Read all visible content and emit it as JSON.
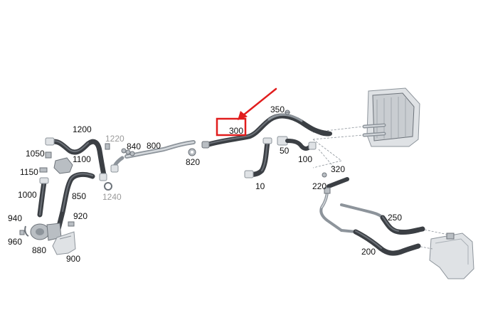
{
  "labels": [
    {
      "id": "p1200",
      "text": "1200",
      "gray": false
    },
    {
      "id": "p1220",
      "text": "1220",
      "gray": true
    },
    {
      "id": "p840",
      "text": "840",
      "gray": false
    },
    {
      "id": "p800",
      "text": "800",
      "gray": false
    },
    {
      "id": "p1050",
      "text": "1050",
      "gray": false
    },
    {
      "id": "p1100",
      "text": "1100",
      "gray": false
    },
    {
      "id": "p1150",
      "text": "1150",
      "gray": false
    },
    {
      "id": "p820",
      "text": "820",
      "gray": false
    },
    {
      "id": "p300",
      "text": "300",
      "gray": false
    },
    {
      "id": "p350",
      "text": "350",
      "gray": false
    },
    {
      "id": "p50",
      "text": "50",
      "gray": false
    },
    {
      "id": "p100",
      "text": "100",
      "gray": false
    },
    {
      "id": "p320",
      "text": "320",
      "gray": false
    },
    {
      "id": "p220",
      "text": "220",
      "gray": false
    },
    {
      "id": "p10",
      "text": "10",
      "gray": false
    },
    {
      "id": "p1000",
      "text": "1000",
      "gray": false
    },
    {
      "id": "p850",
      "text": "850",
      "gray": false
    },
    {
      "id": "p1240",
      "text": "1240",
      "gray": true
    },
    {
      "id": "p940",
      "text": "940",
      "gray": false
    },
    {
      "id": "p920",
      "text": "920",
      "gray": false
    },
    {
      "id": "p960",
      "text": "960",
      "gray": false
    },
    {
      "id": "p880",
      "text": "880",
      "gray": false
    },
    {
      "id": "p900",
      "text": "900",
      "gray": false
    },
    {
      "id": "p250",
      "text": "250",
      "gray": false
    },
    {
      "id": "p200",
      "text": "200",
      "gray": false
    }
  ],
  "highlight": {
    "part": "300",
    "color": "#e11d1d"
  }
}
